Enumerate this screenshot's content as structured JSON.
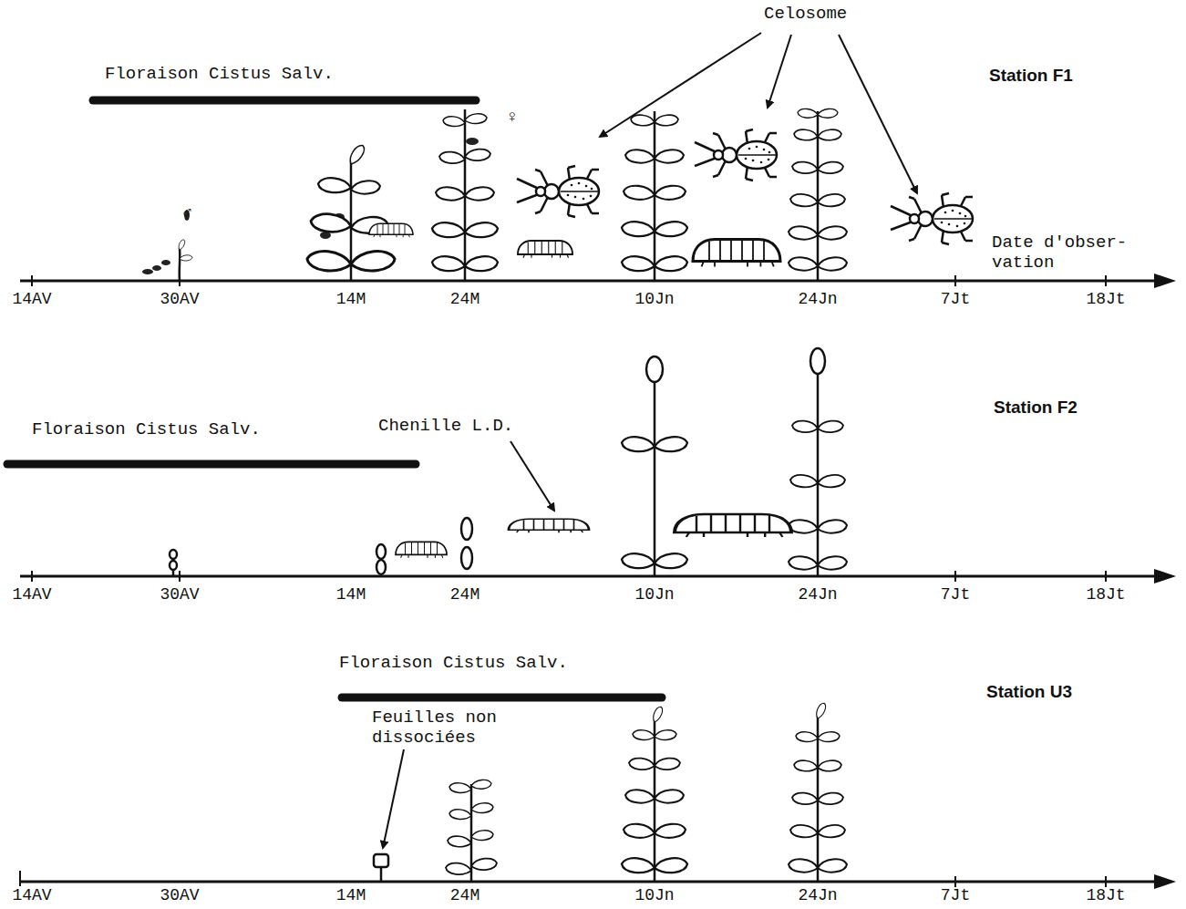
{
  "diagram": {
    "labels": [
      "Celosome",
      "Floraison Cistus Salv.",
      "Station F1",
      "♀",
      "♂",
      "Date d'obser- vation",
      "14AV",
      "30AV",
      "14M",
      "24M",
      "10Jn",
      "24Jn",
      "7Jt",
      "18Jt",
      "Floraison Cistus Salv.",
      "Chenille L.D.",
      "Station F2",
      "14AV",
      "30AV",
      "14M",
      "24M",
      "10Jn",
      "24Jn",
      "7Jt",
      "18Jt",
      "Floraison Cistus Salv.",
      "Station U3",
      "Feuilles non dissociées",
      "14AV",
      "30AV",
      "14M",
      "24M",
      "10Jn",
      "24Jn",
      "7Jt",
      "18Jt"
    ]
  }
}
